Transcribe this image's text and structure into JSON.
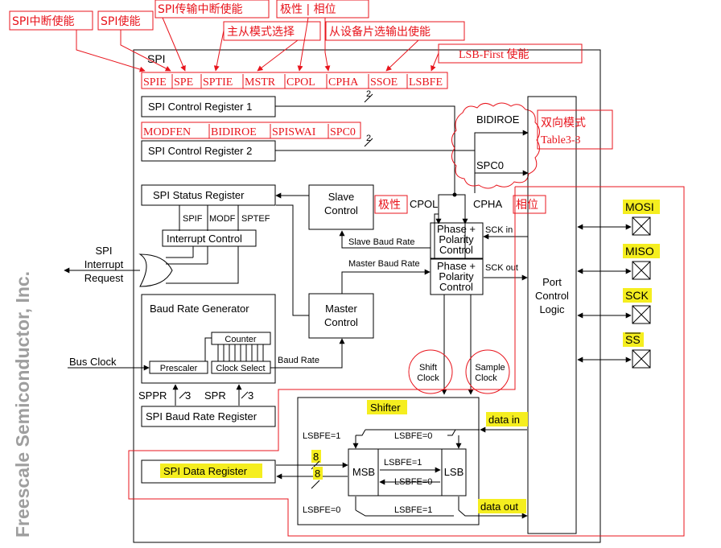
{
  "side_text": "Freescale Semiconductor, Inc.",
  "spi_title": "SPI",
  "ctrl_reg1": {
    "label": "SPI Control Register 1",
    "bits": [
      "SPIE",
      "SPE",
      "SPTIE",
      "MSTR",
      "CPOL",
      "CPHA",
      "SSOE",
      "LSBFE"
    ]
  },
  "ctrl_reg2": {
    "label": "SPI Control Register 2",
    "bits": [
      "MODFEN",
      "BIDIROE",
      "SPISWAI",
      "SPC0"
    ]
  },
  "bus_width": "2",
  "status_reg": {
    "label": "SPI Status Register",
    "flags": [
      "SPIF",
      "MODF",
      "SPTEF"
    ]
  },
  "interrupt_control": "Interrupt Control",
  "interrupt_request": [
    "SPI",
    "Interrupt",
    "Request"
  ],
  "slave_control": [
    "Slave",
    "Control"
  ],
  "master_control": [
    "Master",
    "Control"
  ],
  "cpol": "CPOL",
  "cpha": "CPHA",
  "bidiroe": "BIDIROE",
  "spc0": "SPC0",
  "phase_polarity": [
    "Phase +",
    "Polarity",
    "Control"
  ],
  "sck_in": "SCK in",
  "sck_out": "SCK out",
  "slave_baud_rate": "Slave Baud Rate",
  "master_baud_rate": "Master Baud Rate",
  "baud_gen": {
    "title": "Baud Rate Generator",
    "counter": "Counter",
    "prescaler": "Prescaler",
    "clock_select": "Clock Select",
    "baud_rate": "Baud Rate"
  },
  "bus_clock": "Bus Clock",
  "sppr": "SPPR",
  "spr": "SPR",
  "sppr_width": "3",
  "spr_width": "3",
  "baud_reg": "SPI Baud Rate Register",
  "data_reg": "SPI Data Register",
  "shifter": {
    "title": "Shifter",
    "msb": "MSB",
    "lsb": "LSB",
    "lsbfe1_top": "LSBFE=1",
    "lsbfe0_top": "LSBFE=0",
    "lsbfe1_mid": "LSBFE=1",
    "lsbfe0_mid": "LSBFE=0",
    "lsbfe0_bot": "LSBFE=0",
    "lsbfe1_bot": "LSBFE=1",
    "data_in": "data in",
    "data_out": "data out",
    "width_top": "8",
    "width_bot": "8"
  },
  "shift_clock": [
    "Shift",
    "Clock"
  ],
  "sample_clock": [
    "Sample",
    "Clock"
  ],
  "port_control": [
    "Port",
    "Control",
    "Logic"
  ],
  "pins": [
    "MOSI",
    "MISO",
    "SCK",
    "SS"
  ],
  "annotations": {
    "spi_int_en": "SPI中断使能",
    "spi_en": "SPI使能",
    "spi_tx_int_en": "SPI传输中断使能",
    "polarity_phase": "极性    |    相位",
    "master_slave": "主从模式选择",
    "slave_select_out": "从设备片选输出使能",
    "lsb_first": "LSB-First 使能",
    "bidir_mode": "双向模式",
    "table_ref": "Table3-3",
    "polarity": "极性",
    "phase": "相位"
  },
  "colors": {
    "annotation_red": "#e8141c",
    "highlight_yellow": "#f5ee1f",
    "watermark_gray": "#9e9e9e"
  }
}
